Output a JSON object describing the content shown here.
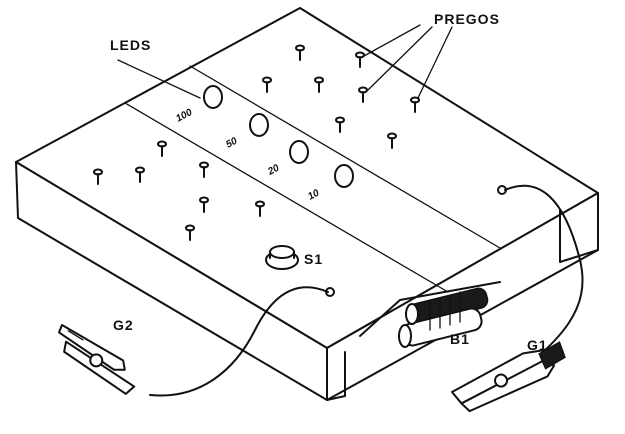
{
  "labels": {
    "leds": "LEDS",
    "pregos": "PREGOS",
    "s1": "S1",
    "b1": "B1",
    "g1": "G1",
    "g2": "G2"
  },
  "led_values": [
    "100",
    "50",
    "20",
    "10"
  ],
  "colors": {
    "ink": "#111111",
    "paper": "#ffffff"
  }
}
